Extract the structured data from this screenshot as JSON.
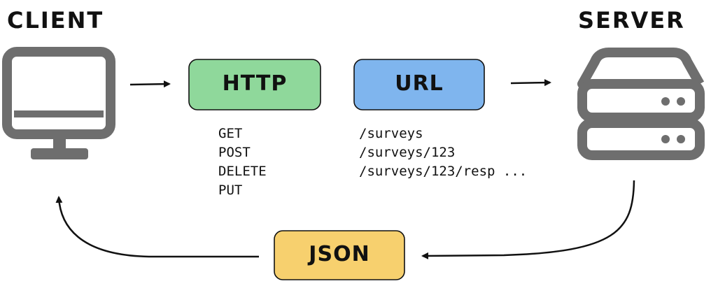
{
  "client": {
    "title": "CLIENT",
    "icon": "monitor-icon"
  },
  "server": {
    "title": "SERVER",
    "icon": "server-icon"
  },
  "http": {
    "label": "HTTP",
    "color": "#8fd89b",
    "methods": [
      "GET",
      "POST",
      "DELETE",
      "PUT"
    ]
  },
  "url": {
    "label": "URL",
    "color": "#7fb5ee",
    "paths": [
      "/surveys",
      "/surveys/123",
      "/surveys/123/resp ..."
    ]
  },
  "json": {
    "label": "JSON",
    "color": "#f7d06e"
  },
  "colors": {
    "stroke": "#111111",
    "icon": "#6e6e6e"
  }
}
